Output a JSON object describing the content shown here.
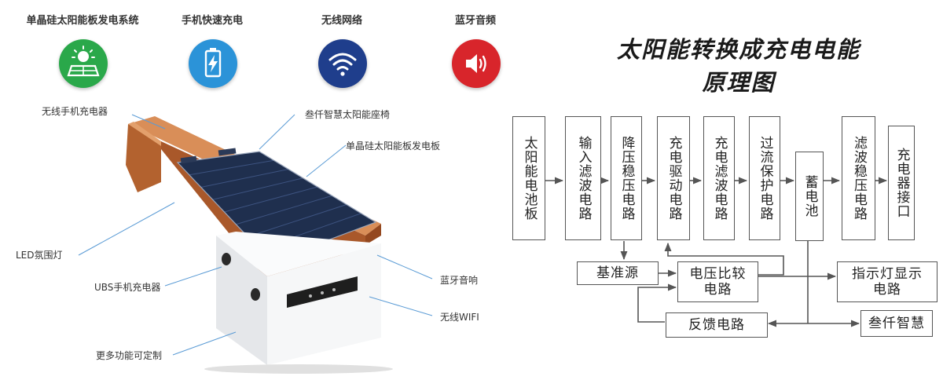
{
  "features": [
    {
      "label": "单晶硅太阳能板发电系统",
      "icon": "solar-panel-icon",
      "color": "#2aa84a"
    },
    {
      "label": "手机快速充电",
      "icon": "battery-charge-icon",
      "color": "#2b93d8"
    },
    {
      "label": "无线网络",
      "icon": "wifi-icon",
      "color": "#1f3e8c"
    },
    {
      "label": "蓝牙音频",
      "icon": "speaker-icon",
      "color": "#d8252b"
    }
  ],
  "callouts": {
    "wireless_charger": "无线手机充电器",
    "bench": "叁仟智慧太阳能座椅",
    "solar_panel": "单晶硅太阳能板发电板",
    "led": "LED氛围灯",
    "usb": "UBS手机充电器",
    "bluetooth": "蓝牙音响",
    "wifi": "无线WIFI",
    "more": "更多功能可定制"
  },
  "diagram": {
    "title_line1": "太阳能转换成充电电能",
    "title_line2": "原理图",
    "blocks": {
      "solar_cell": "太阳能电池板",
      "input_filter": "输入滤波电路",
      "step_down": "降压稳压电路",
      "charge_drive": "充电驱动电路",
      "charge_filter": "充电滤波电路",
      "overcurrent": "过流保护电路",
      "battery": "蓄电池",
      "filter_reg": "滤波稳压电路",
      "charger_port": "充电器接口",
      "reference": "基准源",
      "comparator": "电压比较\n电路",
      "indicator": "指示灯显示\n电路",
      "feedback": "反馈电路",
      "brand": "叁仟智慧"
    }
  },
  "colors": {
    "wood": "#c8733e",
    "panel": "#1f2f4e",
    "base": "#f2f3f5",
    "line": "#555555"
  }
}
